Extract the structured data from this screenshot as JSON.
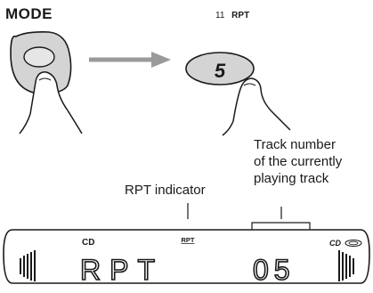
{
  "step": {
    "mode_label": "MODE",
    "number": "11",
    "indicator_label": "RPT",
    "button_display_char": "5"
  },
  "callouts": {
    "rpt_indicator": "RPT indicator",
    "track_number_line1": "Track number",
    "track_number_line2": "of the currently",
    "track_number_line3": "playing track"
  },
  "display": {
    "source_label": "CD",
    "rpt_small_label": "RPT",
    "main_text": "RPT",
    "track_number": "05",
    "cd_icon_label": "CD"
  },
  "colors": {
    "line": "#1a1a1a",
    "button_fill": "#d9d9d9",
    "arrow": "#9a9a9a",
    "panel_fill": "#ffffff"
  },
  "icons": [
    "mode-button-icon",
    "finger-icon",
    "arrow-right-icon",
    "oval-button-icon",
    "cd-disc-icon"
  ]
}
